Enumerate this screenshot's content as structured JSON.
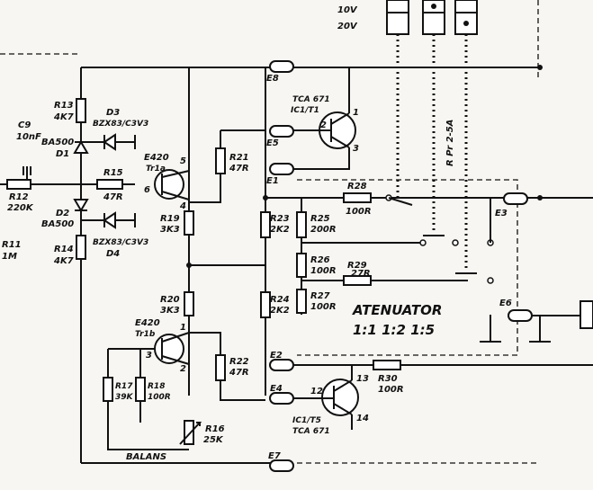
{
  "range_labels": [
    "10V",
    "20V"
  ],
  "switch_label": "R Pr 2-5A",
  "title": "ATENUATOR",
  "ratio_label": "1:1  1:2  1:5",
  "balance_label": "BALANS",
  "connectors": [
    "E8",
    "E5",
    "E1",
    "E3",
    "E6",
    "E2",
    "E4",
    "E7"
  ],
  "ic_top": [
    "TCA 671",
    "IC1/T1"
  ],
  "ic_bottom": [
    "IC1/T5",
    "TCA 671"
  ],
  "capacitor": [
    "C9",
    "10nF"
  ],
  "resistors": {
    "r11": [
      "R11",
      "1M"
    ],
    "r12": [
      "R12",
      "220K"
    ],
    "r13": [
      "R13",
      "4K7"
    ],
    "r14": [
      "R14",
      "4K7"
    ],
    "r15": [
      "R15",
      "47R"
    ],
    "r16": [
      "R16",
      "25K"
    ],
    "r17": [
      "R17",
      "39K"
    ],
    "r18": [
      "R18",
      "100R"
    ],
    "r19": [
      "R19",
      "3K3"
    ],
    "r20": [
      "R20",
      "3K3"
    ],
    "r21": [
      "R21",
      "47R"
    ],
    "r22": [
      "R22",
      "47R"
    ],
    "r23": [
      "R23",
      "2K2"
    ],
    "r24": [
      "R24",
      "2K2"
    ],
    "r25": [
      "R25",
      "200R"
    ],
    "r26": [
      "R26",
      "100R"
    ],
    "r27": [
      "R27",
      "100R"
    ],
    "r28": [
      "R28",
      "100R"
    ],
    "r29": [
      "R29",
      "27R"
    ],
    "r30": [
      "R30",
      "100R"
    ]
  },
  "diodes": {
    "d1": [
      "BA500",
      "D1"
    ],
    "d2": [
      "D2",
      "BA500"
    ],
    "d3": [
      "D3",
      "BZX83/C3V3"
    ],
    "d4": [
      "BZX83/C3V3",
      "D4"
    ]
  },
  "fets": {
    "t1a": [
      "E420",
      "Tr1a"
    ],
    "t1b": [
      "E420",
      "Tr1b"
    ]
  },
  "pins": {
    "t1a_gate": "6",
    "t1a_drain": "5",
    "t1a_source": "4",
    "t1b_drain": "1",
    "t1b_gate": "3",
    "t1b_source": "2",
    "ic_top_b": "2",
    "ic_top_c": "1",
    "ic_top_e": "3",
    "ic_bot_b": "12",
    "ic_bot_c": "13",
    "ic_bot_e": "14"
  }
}
